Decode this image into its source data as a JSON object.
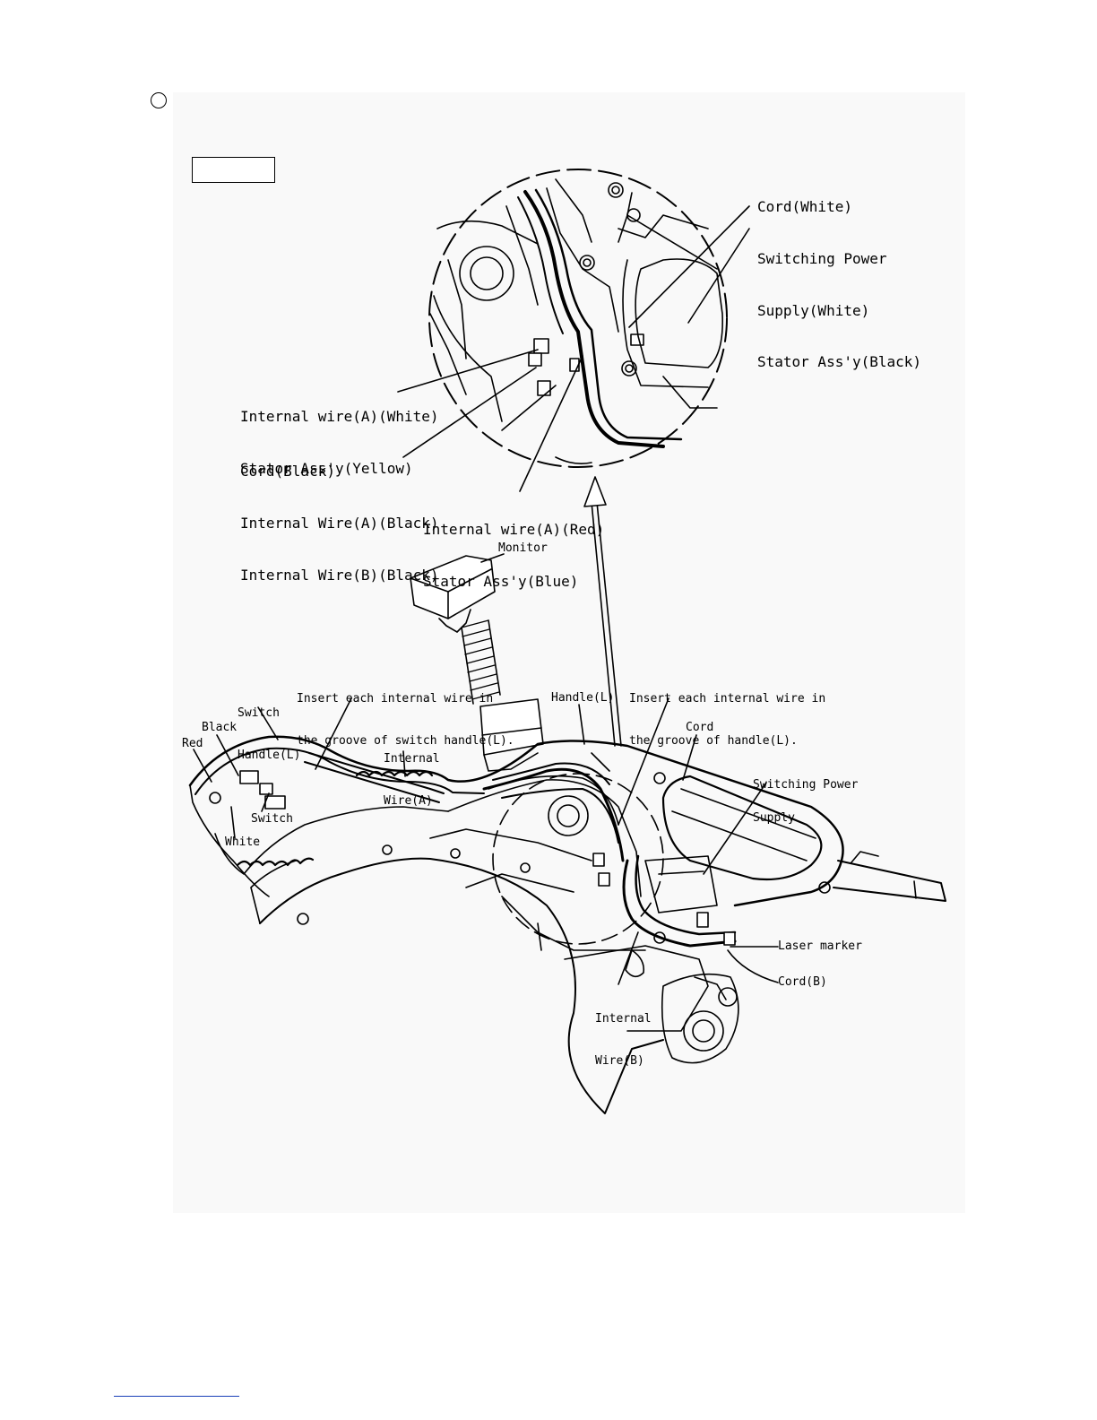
{
  "callouts": {
    "detail_top_right": [
      "Cord(White)",
      "Switching Power",
      "Supply(White)",
      "Stator Ass'y(Black)"
    ],
    "detail_left_1": [
      "Internal wire(A)(White)",
      "Stator Ass'y(Yellow)"
    ],
    "detail_left_2": [
      "Cord(Black)",
      "Internal Wire(A)(Black)",
      "Internal Wire(B)(Black)"
    ],
    "detail_bottom": [
      "Internal wire(A)(Red)",
      "Stator Ass'y(Blue)"
    ],
    "monitor": "Monitor",
    "insert_switch_handle": [
      "Insert each internal wire in",
      "the groove of switch handle(L)."
    ],
    "insert_handle": [
      "Insert each internal wire in",
      "the groove of handle(L)."
    ],
    "switch_handle": [
      "Switch",
      "Handle(L)"
    ],
    "black": "Black",
    "red": "Red",
    "internal_wire_a": [
      "Internal",
      "Wire(A)"
    ],
    "handle_l": "Handle(L)",
    "cord": "Cord",
    "switching_power_supply": [
      "Switching Power",
      "Supply"
    ],
    "switch": "Switch",
    "white": "White",
    "laser_marker": "Laser marker",
    "cord_b": "Cord(B)",
    "internal_wire_b": [
      "Internal",
      "Wire(B)"
    ]
  },
  "colors": {
    "line": "#000000",
    "panel": "#f9f9f9",
    "link_underline": "#1a3fb8"
  }
}
